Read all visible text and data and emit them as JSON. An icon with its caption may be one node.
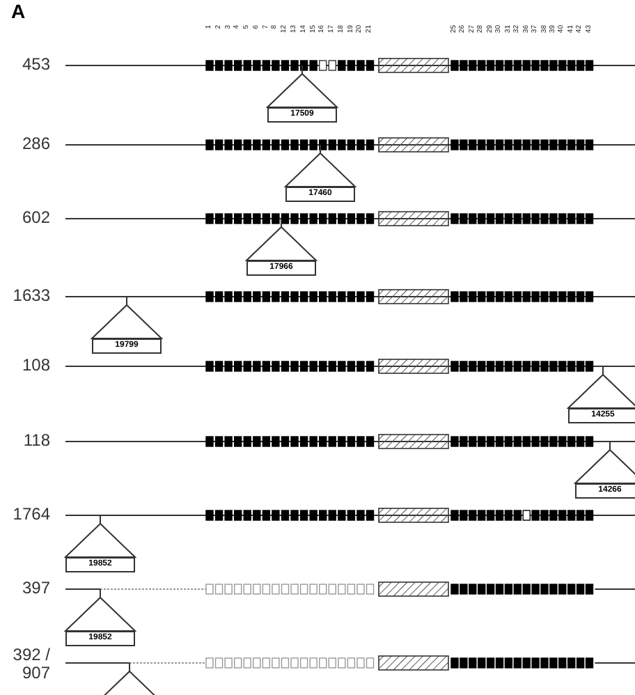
{
  "diagram": {
    "nodes": [
      {
        "text": [
          "17509"
        ]
      },
      {
        "text": [
          "17460"
        ]
      },
      {
        "text": [
          "17966"
        ]
      },
      {
        "text": [
          "19799"
        ]
      },
      {
        "text": [
          "14255"
        ]
      },
      {
        "text": [
          "14266"
        ]
      },
      {
        "text": [
          "19852"
        ]
      },
      {
        "text": [
          "19852"
        ]
      },
      {
        "text": [],
        "shape": "triangle"
      }
    ],
    "labels": [
      "A",
      "1",
      "2",
      "3",
      "4",
      "5",
      "6",
      "7",
      "8",
      "12",
      "13",
      "14",
      "15",
      "16",
      "17",
      "18",
      "19",
      "20",
      "21",
      "25",
      "26",
      "27",
      "28",
      "29",
      "30",
      "31",
      "32",
      "36",
      "37",
      "38",
      "39",
      "40",
      "41",
      "42",
      "43",
      "453",
      "286",
      "602",
      "1633",
      "108",
      "118",
      "1764",
      "397",
      "392 / 907"
    ]
  }
}
